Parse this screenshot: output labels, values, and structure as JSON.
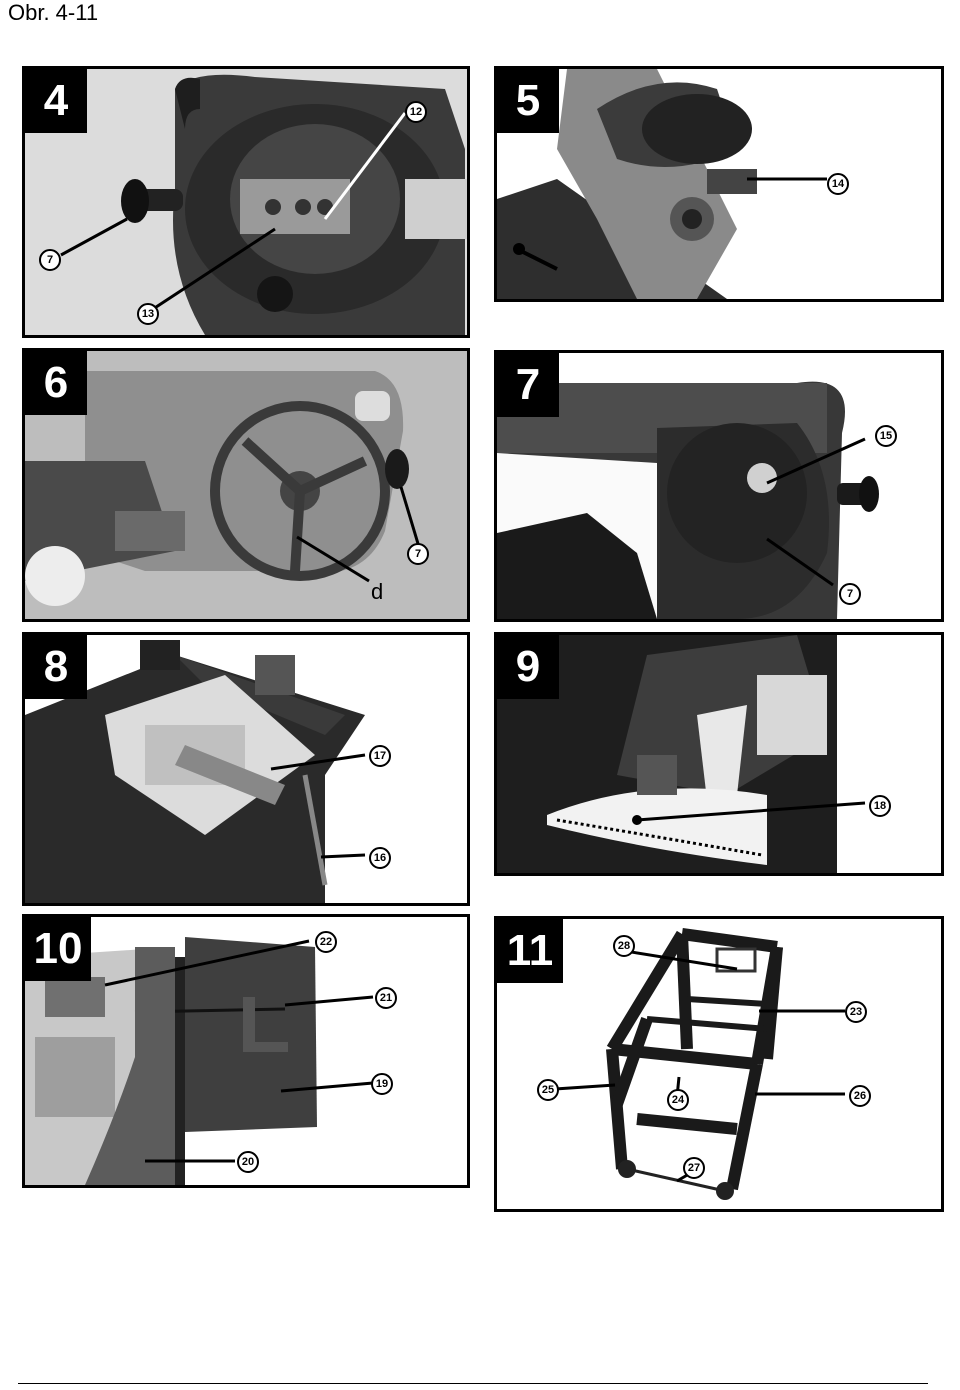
{
  "page": {
    "title": "Obr. 4-11"
  },
  "colors": {
    "frame": "#000000",
    "photo_light": "#d8d8d8",
    "photo_mid": "#7a7a7a",
    "photo_dark": "#2a2a2a"
  },
  "figures": [
    {
      "number": "4",
      "callouts": [
        "12",
        "7",
        "13"
      ]
    },
    {
      "number": "5",
      "callouts": [
        "14"
      ]
    },
    {
      "number": "6",
      "callouts": [
        "7"
      ],
      "letter": "d"
    },
    {
      "number": "7",
      "callouts": [
        "15",
        "7"
      ]
    },
    {
      "number": "8",
      "callouts": [
        "17",
        "16"
      ]
    },
    {
      "number": "9",
      "callouts": [
        "18"
      ]
    },
    {
      "number": "10",
      "callouts": [
        "22",
        "21",
        "19",
        "20"
      ]
    },
    {
      "number": "11",
      "callouts": [
        "28",
        "23",
        "25",
        "24",
        "26",
        "27"
      ]
    }
  ]
}
